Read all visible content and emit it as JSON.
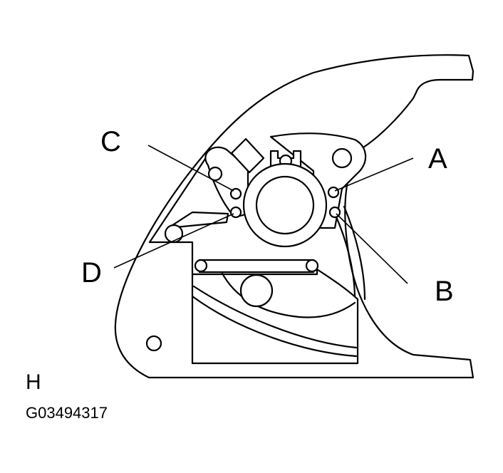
{
  "callouts": {
    "a": "A",
    "b": "B",
    "c": "C",
    "d": "D"
  },
  "view_letter": "H",
  "figure_code": "G03494317"
}
